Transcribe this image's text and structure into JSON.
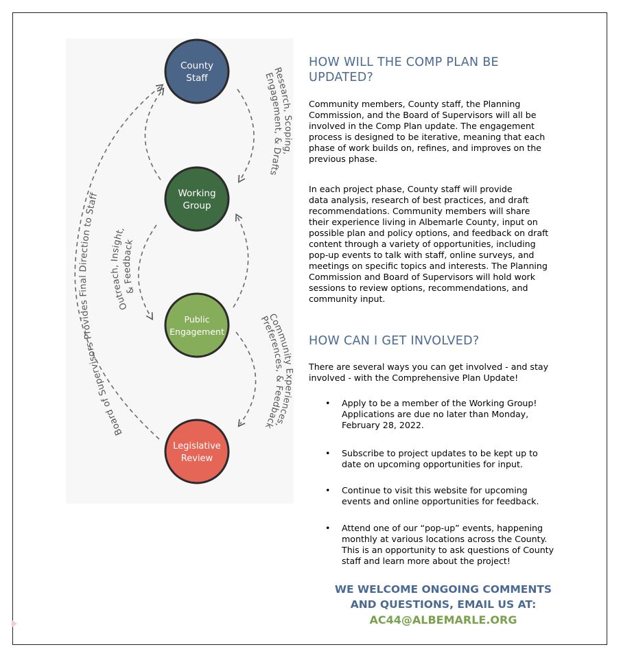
{
  "diagram": {
    "nodes": [
      {
        "id": "county-staff",
        "lines": [
          "County",
          "Staff"
        ],
        "color": "#4a6587"
      },
      {
        "id": "working-group",
        "lines": [
          "Working",
          "Group"
        ],
        "color": "#3f6b43"
      },
      {
        "id": "public-engagement",
        "lines": [
          "Public",
          "Engagement"
        ],
        "color": "#86ad5a"
      },
      {
        "id": "legislative-review",
        "lines": [
          "Legislative",
          "Review"
        ],
        "color": "#e56557"
      }
    ],
    "labels": {
      "research": [
        "Research, Scoping,",
        "Engagement, & Drafts"
      ],
      "outreach": [
        "Outreach, Insight,",
        "& Feedback"
      ],
      "community": [
        "Community Experiences,",
        "Preferences, & Feedback"
      ],
      "board": "Board of Supervisors Provides Final Direction to Staff"
    }
  },
  "section1": {
    "heading_line1": "HOW WILL THE COMP PLAN BE",
    "heading_line2": "UPDATED?",
    "p1_lines": [
      "Community members, County staff, the Planning",
      "Commission, and the Board of Supervisors will all be",
      "involved in the Comp Plan update. The engagement",
      "process is designed to be iterative, meaning that each",
      "phase of work builds on, refines, and improves on the",
      "previous phase."
    ],
    "p2_lines": [
      "In each project phase, County staff will provide",
      "data analysis, research of best practices, and draft",
      "recommendations. Community members will share",
      "their experience living in Albemarle County, input on",
      "possible plan and policy options, and feedback on draft",
      "content through a variety of opportunities, including",
      "pop-up events to talk with staff, online surveys, and",
      "meetings on specific topics and interests. The Planning",
      "Commission and Board of Supervisors will hold work",
      "sessions to review options, recommendations, and",
      "community input."
    ]
  },
  "section2": {
    "heading": "HOW CAN I GET INVOLVED?",
    "intro_lines": [
      "There are several ways you can get involved - and stay",
      "involved - with the Comprehensive Plan Update!"
    ],
    "bullet_char": "•",
    "bullets": [
      [
        "Apply to be a member of the Working Group!",
        "Applications are due no later than Monday,",
        "February 28, 2022."
      ],
      [
        "Subscribe to project updates to be kept up to",
        "date on upcoming opportunities for input."
      ],
      [
        "Continue to visit this website for upcoming",
        "events and online opportunities for feedback."
      ],
      [
        "Attend one of our “pop-up” events, happening",
        "monthly at various locations across the County.",
        "This is an opportunity to ask questions of County",
        "staff and learn more about the project!"
      ]
    ]
  },
  "cta": {
    "line1": "WE WELCOME ONGOING COMMENTS",
    "line2": "AND QUESTIONS, EMAIL US AT:",
    "email": "AC44@ALBEMARLE.ORG"
  }
}
